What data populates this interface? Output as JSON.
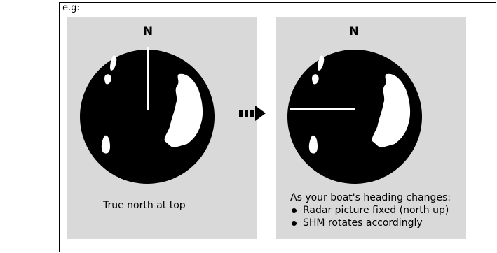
{
  "header": {
    "eg_label": "e.g:"
  },
  "left_panel": {
    "north_label": "N",
    "caption": "True north at top"
  },
  "right_panel": {
    "north_label": "N",
    "caption_title": "As your boat's heading changes:",
    "bullets": [
      "Radar picture fixed (north up)",
      "SHM rotates accordingly"
    ]
  },
  "colors": {
    "panel_background": "#d9d9d9",
    "radar_screen": "#000000",
    "land_echo": "#ffffff",
    "heading_marker": "#ffffff",
    "arrow": "#000000"
  },
  "icons": {
    "transition": "double-dashed-right-arrow-icon"
  }
}
